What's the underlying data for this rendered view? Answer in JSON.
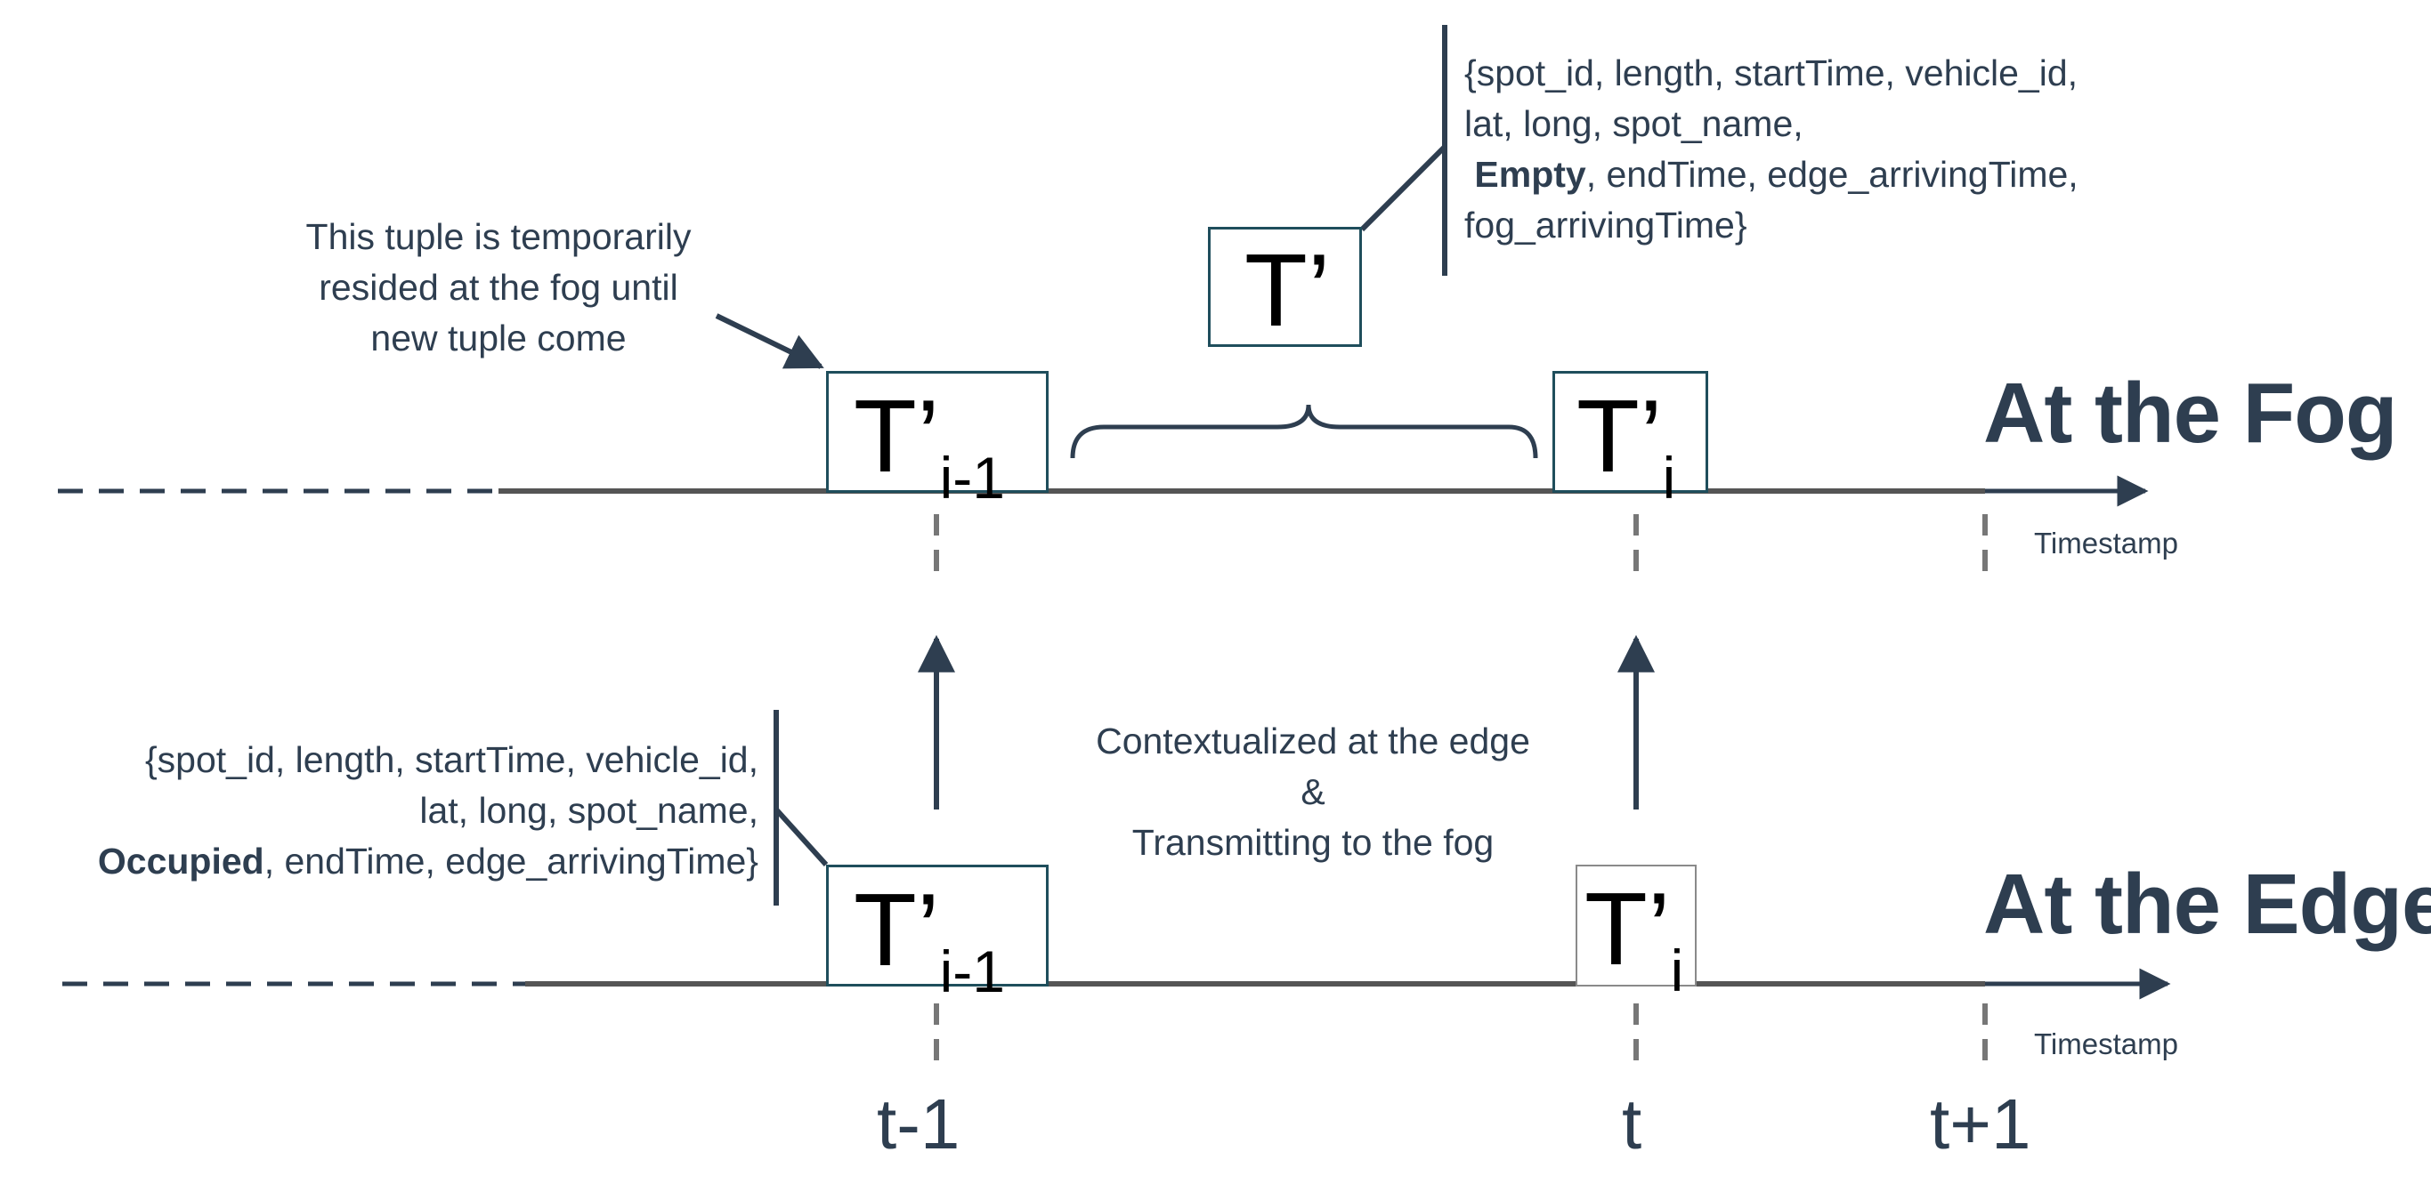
{
  "fog": {
    "title": "At the Fog",
    "axis_label": "Timestamp",
    "tuple_prev": {
      "main": "T’",
      "sub": "i-1"
    },
    "tuple_cur": {
      "main": "T’",
      "sub": "i"
    },
    "tuple_mid": "T’",
    "note_lines": [
      "This tuple is temporarily",
      "resided at the fog until",
      "new tuple come"
    ],
    "fields": {
      "line1": "{spot_id, length, startTime, vehicle_id,",
      "line2": "lat, long, spot_name,",
      "line3_bold": "Empty",
      "line3_rest": ", endTime, edge_arrivingTime,",
      "line4": "fog_arrivingTime}"
    }
  },
  "edge": {
    "title": "At the Edge",
    "axis_label": "Timestamp",
    "tuple_prev": {
      "main": "T’",
      "sub": "i-1"
    },
    "tuple_cur": {
      "main": "T’",
      "sub": "i"
    },
    "fields": {
      "line1": "{spot_id, length, startTime, vehicle_id,",
      "line2": "lat, long, spot_name,",
      "line3_bold": "Occupied",
      "line3_rest": ", endTime, edge_arrivingTime}"
    }
  },
  "middle_note": [
    "Contextualized at the edge",
    "&",
    "Transmitting to the fog"
  ],
  "ticks": [
    "t-1",
    "t",
    "t+1"
  ],
  "colors": {
    "line": "#2e3e50",
    "axis": "#666666",
    "box_border": "#1f4e5c",
    "box_border_light": "#8a8a8a",
    "tick_dash": "#777777"
  }
}
